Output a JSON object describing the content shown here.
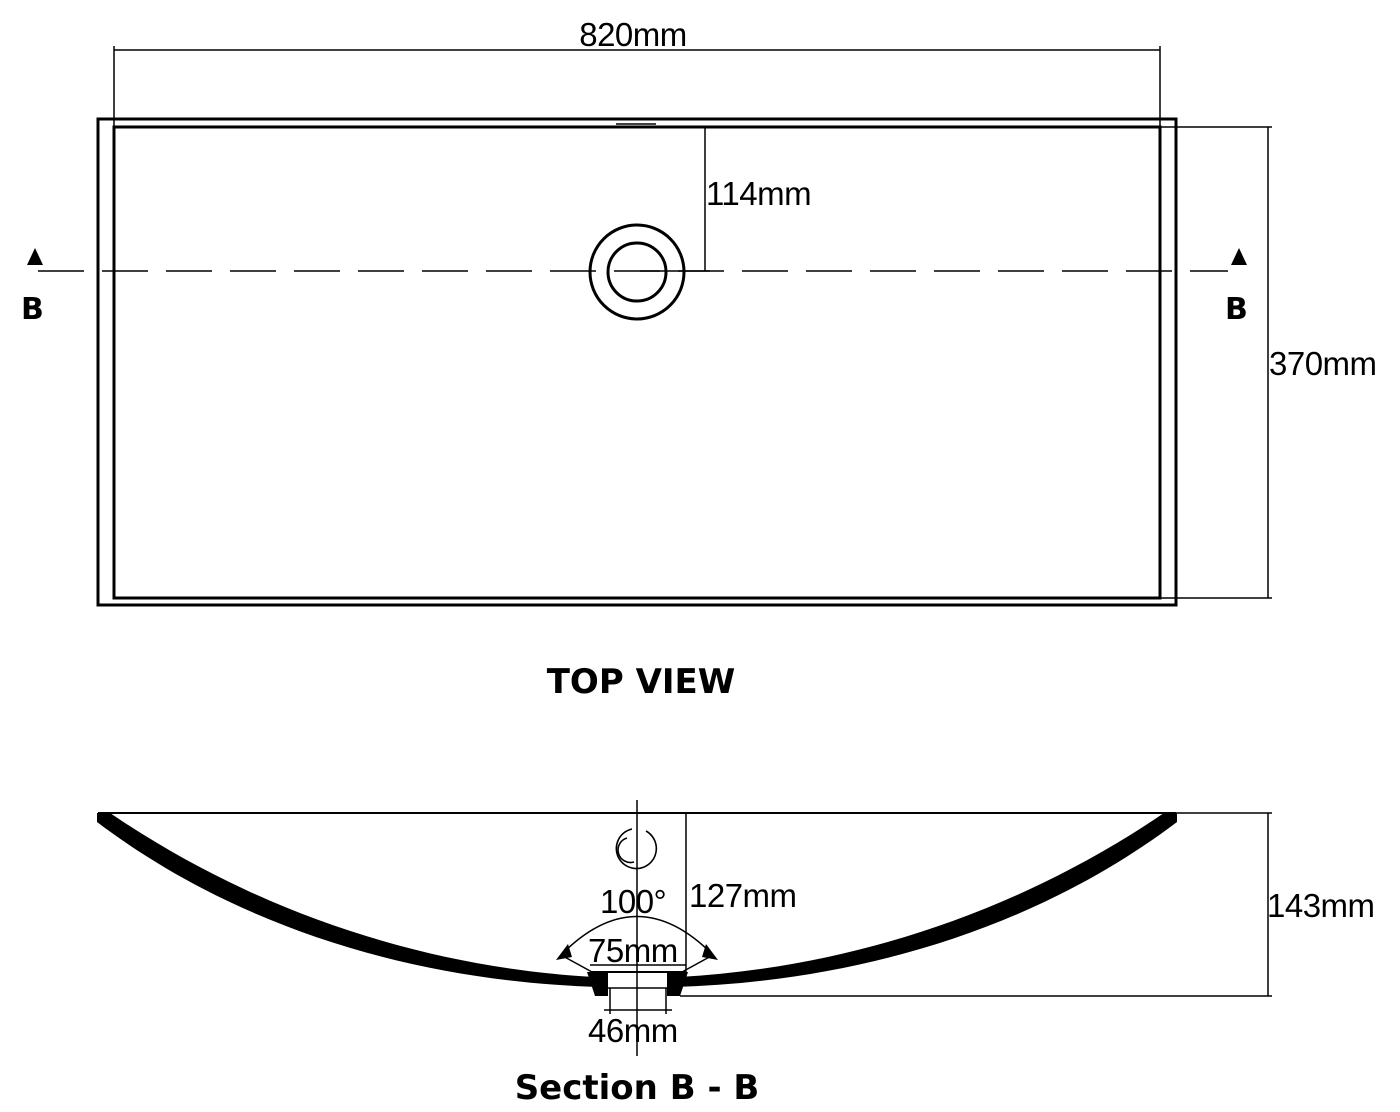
{
  "top_view": {
    "title": "TOP VIEW",
    "width_dim": "820mm",
    "depth_dim": "370mm",
    "drain_offset_dim": "114mm",
    "section_marker_left": "B",
    "section_marker_right": "B"
  },
  "section_view": {
    "title": "Section B - B",
    "total_height_dim": "143mm",
    "inner_depth_dim": "127mm",
    "angle_dim": "100°",
    "top_drain_dim": "75mm",
    "bottom_drain_dim": "46mm"
  },
  "colors": {
    "line": "#000000",
    "background": "#ffffff"
  }
}
